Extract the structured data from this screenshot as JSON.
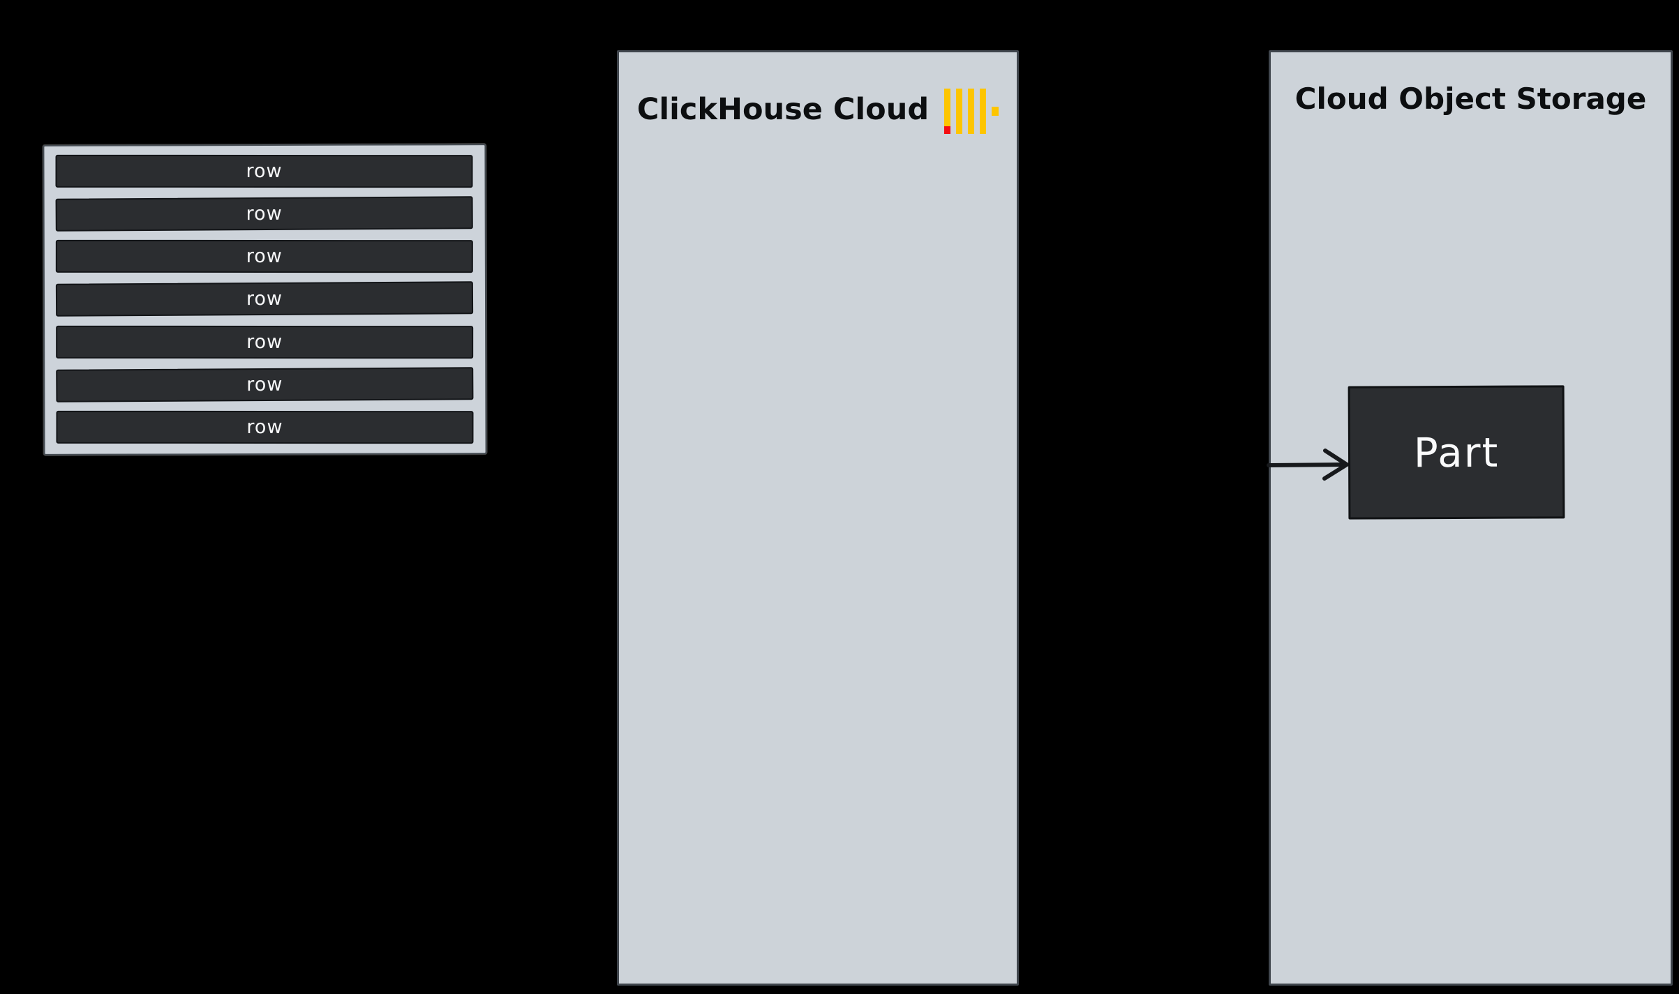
{
  "diagram": {
    "background_color": "#000000",
    "panel_fill_color": "#cdd3d9",
    "panel_border_color": "#40464d",
    "block_fill_color": "#2b2d30",
    "row_text_color": "#f7f8f9",
    "title_text_color": "#0c0e10",
    "arrow_color": "#17191c",
    "logo_yellow": "#fdc500",
    "logo_red": "#f40d12"
  },
  "rows_box": {
    "rows": [
      "row",
      "row",
      "row",
      "row",
      "row",
      "row",
      "row"
    ]
  },
  "clickhouse_panel": {
    "title": "ClickHouse Cloud",
    "logo_icon": "clickhouse-logo"
  },
  "storage_panel": {
    "title": "Cloud Object Storage",
    "part_label": "Part"
  }
}
